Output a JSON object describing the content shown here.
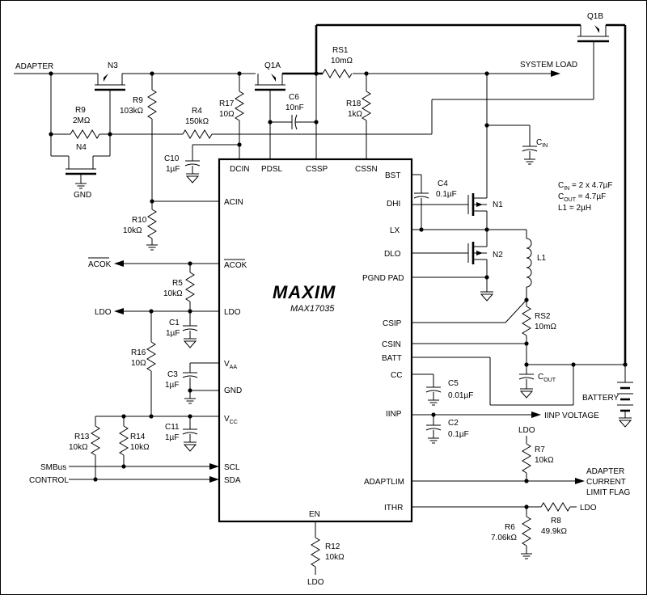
{
  "labels": {
    "adapter": "ADAPTER",
    "gnd": "GND",
    "system_load": "SYSTEM LOAD",
    "battery": "BATTERY",
    "acok_out": "ACOK",
    "ldo_out": "LDO",
    "smbus_1": "SMBus",
    "smbus_2": "CONTROL",
    "iinp_voltage": "IINP VOLTAGE",
    "adaptlim_1": "ADAPTER",
    "adaptlim_2": "CURRENT",
    "adaptlim_3": "LIMIT FLAG",
    "ldo_r7": "LDO",
    "ldo_r8": "LDO",
    "ldo_r12": "LDO",
    "cin": "C",
    "cin_sub": "IN"
  },
  "notes": {
    "cin_pre": "C",
    "cin_sub": "IN",
    "cin_val": " = 2 x 4.7µF",
    "cout_pre": "C",
    "cout_sub": "OUT",
    "cout_val": " = 4.7µF",
    "l1": "L1 = 2µH"
  },
  "chip": {
    "logo": "MAXIM",
    "part": "MAX17035",
    "pins": {
      "dcin": "DCIN",
      "pdsl": "PDSL",
      "cssp": "CSSP",
      "cssn": "CSSN",
      "acin": "ACIN",
      "acok": "ACOK",
      "ldo": "LDO",
      "vaa": "V",
      "vaa_sub": "AA",
      "gnd": "GND",
      "vcc": "V",
      "vcc_sub": "CC",
      "scl": "SCL",
      "sda": "SDA",
      "en": "EN",
      "bst": "BST",
      "dhi": "DHI",
      "lx": "LX",
      "dlo": "DLO",
      "pgnd": "PGND PAD",
      "csip": "CSIP",
      "csin": "CSIN",
      "batt": "BATT",
      "cc": "CC",
      "iinp": "IINP",
      "adaptlim": "ADAPTLIM",
      "ithr": "ITHR"
    }
  },
  "components": {
    "n3": "N3",
    "q1a": "Q1A",
    "q1b": "Q1B",
    "n4": "N4",
    "n1": "N1",
    "n2": "N2",
    "l1": "L1",
    "rs1": "RS1",
    "rs1_val": "10mΩ",
    "rs2": "RS2",
    "rs2_val": "10mΩ",
    "r9": "R9",
    "r9_val": "2MΩ",
    "r9b": "R9",
    "r9b_val": "103kΩ",
    "r4": "R4",
    "r4_val": "150kΩ",
    "r17": "R17",
    "r17_val": "10Ω",
    "c6": "C6",
    "c6_val": "10nF",
    "r18": "R18",
    "r18_val": "1kΩ",
    "c10": "C10",
    "c10_val": "1µF",
    "r10": "R10",
    "r10_val": "10kΩ",
    "r5": "R5",
    "r5_val": "10kΩ",
    "c1": "C1",
    "c1_val": "1µF",
    "r16": "R16",
    "r16_val": "10Ω",
    "c3": "C3",
    "c3_val": "1µF",
    "c11": "C11",
    "c11_val": "1µF",
    "r13": "R13",
    "r13_val": "10kΩ",
    "r14": "R14",
    "r14_val": "10kΩ",
    "c4": "C4",
    "c4_val": "0.1µF",
    "c5": "C5",
    "c5_val": "0.01µF",
    "c2": "C2",
    "c2_val": "0.1µF",
    "r7": "R7",
    "r7_val": "10kΩ",
    "r6": "R6",
    "r6_val": "7.06kΩ",
    "r8": "R8",
    "r8_val": "49.9kΩ",
    "r12": "R12",
    "r12_val": "10kΩ",
    "cout": "C",
    "cout_sub": "OUT"
  }
}
